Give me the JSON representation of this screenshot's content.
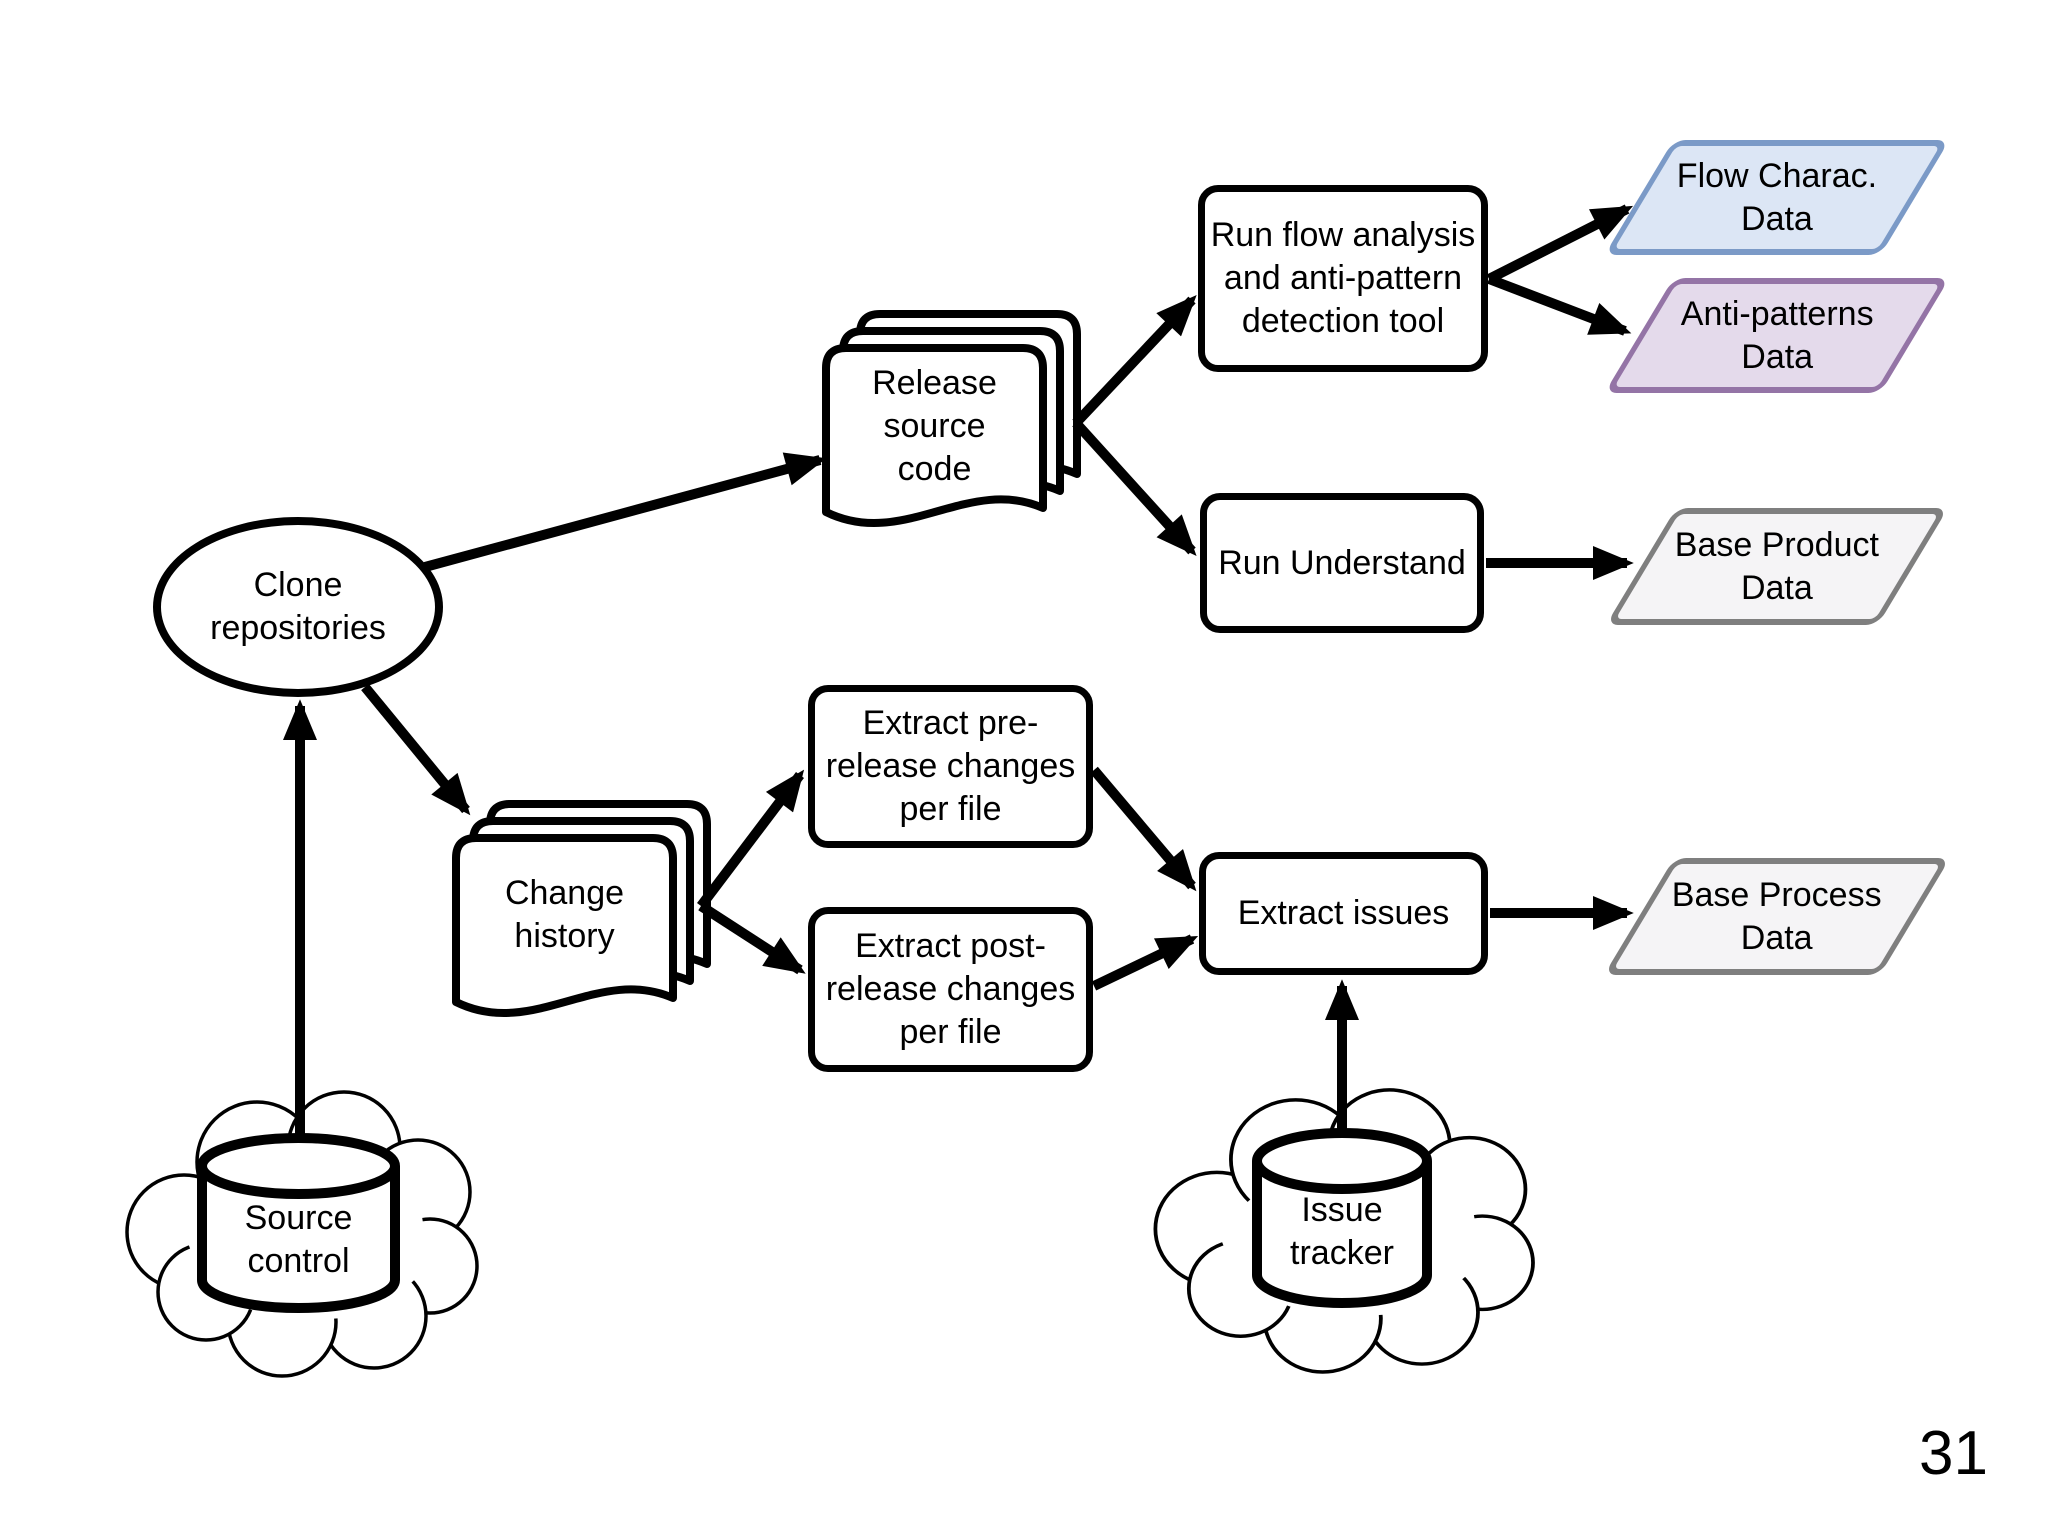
{
  "page": {
    "number": "31",
    "background": "#ffffff"
  },
  "diagram": {
    "nodes": {
      "clone_repositories": {
        "shape": "ellipse",
        "label": "Clone\nrepositories"
      },
      "source_control": {
        "shape": "database-cloud",
        "label": "Source\ncontrol"
      },
      "issue_tracker": {
        "shape": "database-cloud",
        "label": "Issue\ntracker"
      },
      "release_source_code": {
        "shape": "multi-document",
        "label": "Release\nsource\ncode"
      },
      "change_history": {
        "shape": "multi-document",
        "label": "Change\nhistory"
      },
      "run_flow_analysis": {
        "shape": "rect",
        "label": "Run flow analysis\nand anti-pattern\ndetection tool"
      },
      "run_understand": {
        "shape": "rect",
        "label": "Run Understand"
      },
      "extract_pre_release_changes": {
        "shape": "rect",
        "label": "Extract pre-\nrelease changes\nper file"
      },
      "extract_post_release_changes": {
        "shape": "rect",
        "label": "Extract post-\nrelease changes\nper file"
      },
      "extract_issues": {
        "shape": "rect",
        "label": "Extract issues"
      },
      "flow_charac_data": {
        "shape": "parallelogram",
        "label": "Flow Charac.\nData",
        "fill": "#dce6f5",
        "border": "#7b9ac7"
      },
      "anti_patterns_data": {
        "shape": "parallelogram",
        "label": "Anti-patterns\nData",
        "fill": "#e4daeb",
        "border": "#9474a6"
      },
      "base_product_data": {
        "shape": "parallelogram",
        "label": "Base Product\nData",
        "fill": "#f5f4f6",
        "border": "#7f7f7f"
      },
      "base_process_data": {
        "shape": "parallelogram",
        "label": "Base Process\nData",
        "fill": "#f5f4f6",
        "border": "#7f7f7f"
      }
    },
    "edges": [
      {
        "from": "source_control",
        "to": "clone_repositories"
      },
      {
        "from": "clone_repositories",
        "to": "release_source_code"
      },
      {
        "from": "clone_repositories",
        "to": "change_history"
      },
      {
        "from": "release_source_code",
        "to": "run_flow_analysis"
      },
      {
        "from": "release_source_code",
        "to": "run_understand"
      },
      {
        "from": "run_flow_analysis",
        "to": "flow_charac_data"
      },
      {
        "from": "run_flow_analysis",
        "to": "anti_patterns_data"
      },
      {
        "from": "run_understand",
        "to": "base_product_data"
      },
      {
        "from": "change_history",
        "to": "extract_pre_release_changes"
      },
      {
        "from": "change_history",
        "to": "extract_post_release_changes"
      },
      {
        "from": "extract_pre_release_changes",
        "to": "extract_issues"
      },
      {
        "from": "extract_post_release_changes",
        "to": "extract_issues"
      },
      {
        "from": "issue_tracker",
        "to": "extract_issues"
      },
      {
        "from": "extract_issues",
        "to": "base_process_data"
      }
    ],
    "colors": {
      "line": "#000000",
      "node_fill": "#ffffff",
      "node_border": "#000000"
    }
  }
}
